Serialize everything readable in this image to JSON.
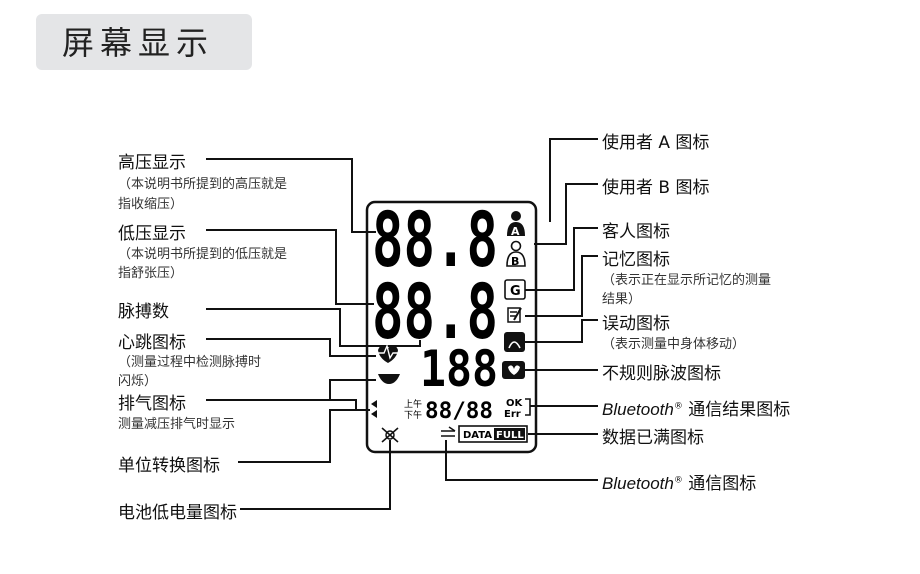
{
  "title": "屏幕显示",
  "left_labels": {
    "systolic": {
      "label": "高压显示",
      "note1": "（本说明书所提到的高压就是",
      "note2": "指收缩压）"
    },
    "diastolic": {
      "label": "低压显示",
      "note1": "（本说明书所提到的低压就是",
      "note2": "指舒张压）"
    },
    "pulse": {
      "label": "脉搏数"
    },
    "heartbeat": {
      "label": "心跳图标",
      "note1": "（测量过程中检测脉搏时",
      "note2": "闪烁）"
    },
    "exhaust": {
      "label": "排气图标",
      "note1": "测量减压排气时显示"
    },
    "unit": {
      "label": "单位转换图标"
    },
    "battery": {
      "label": "电池低电量图标"
    }
  },
  "right_labels": {
    "user_a": {
      "label": "使用者 A 图标"
    },
    "user_b": {
      "label": "使用者 B 图标"
    },
    "guest": {
      "label": "客人图标"
    },
    "memory": {
      "label": "记忆图标",
      "note1": "（表示正在显示所记忆的测量",
      "note2": "结果）"
    },
    "motion": {
      "label": "误动图标",
      "note1": "（表示测量中身体移动）"
    },
    "irregular": {
      "label": "不规则脉波图标"
    },
    "bt_result": {
      "brand": "Bluetooth",
      "reg": "®",
      "label": " 通信结果图标"
    },
    "data_full": {
      "label": "数据已满图标"
    },
    "bt_comm": {
      "brand": "Bluetooth",
      "reg": "®",
      "label": " 通信图标"
    }
  },
  "lcd": {
    "sys_digits": "88.8",
    "dia_digits": "88.8",
    "pulse_digits": "188",
    "time_digits": "88/88",
    "am": "上午",
    "pm": "下午",
    "ok": "OK",
    "err": "Err",
    "guest_letter": "G",
    "user_a_letter": "A",
    "user_b_letter": "B",
    "data_text": "DATA",
    "full_text": "FULL"
  }
}
